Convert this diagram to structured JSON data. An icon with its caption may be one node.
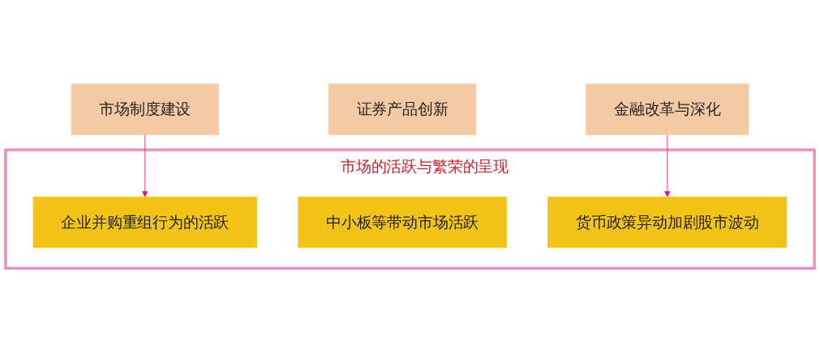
{
  "diagram": {
    "nodes": [
      {
        "text": [
          "市场制度建设"
        ]
      },
      {
        "text": [
          "证券产品创新"
        ]
      },
      {
        "text": [
          "金融改革与深化"
        ]
      },
      {
        "text": [
          "市场的活跃与繁荣的呈现"
        ]
      },
      {
        "text": [
          "企业并购重组行为的活跃"
        ],
        "in": 3
      },
      {
        "text": [
          "中小板等带动市场活跃"
        ],
        "in": 3
      },
      {
        "text": [
          "货币政策异动加剧股市波动"
        ],
        "in": 3
      }
    ],
    "edges": [
      {
        "from": 0,
        "to": 4,
        "arrow": "to",
        "color": "#e0157f"
      },
      {
        "from": 2,
        "to": 6,
        "arrow": "to",
        "color": "#e0157f"
      }
    ]
  }
}
